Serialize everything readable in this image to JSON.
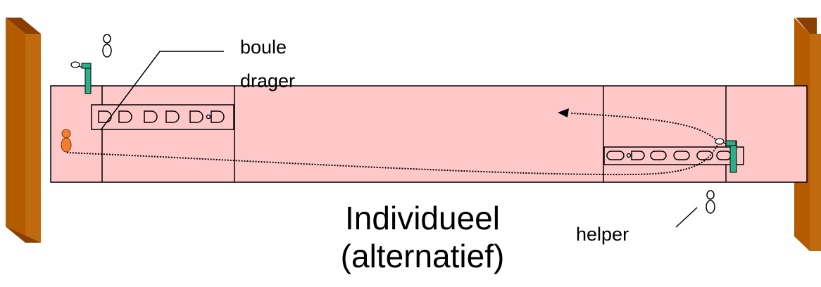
{
  "diagram": {
    "label_boule": "boule",
    "label_drager": "drager",
    "label_helper": "helper",
    "title_line1": "Individueel",
    "title_line2": "(alternatief)",
    "colors": {
      "field": "#ffc8c8",
      "backboard": "#b45a00",
      "player_orange": "#f47e2a",
      "marker_green": "#2bb08a",
      "line": "#000000"
    },
    "icons": [
      "backboard-left",
      "backboard-right",
      "boule-holder-left",
      "boule-holder-right",
      "player-orange",
      "helper-figure",
      "arrow-head"
    ]
  }
}
